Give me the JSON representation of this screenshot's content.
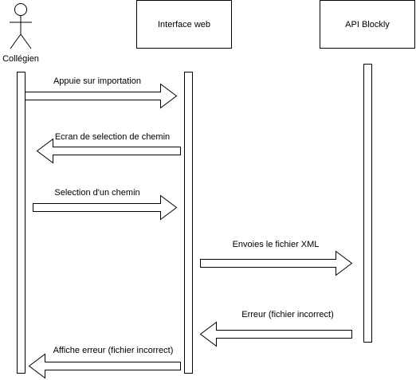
{
  "participants": {
    "actor": {
      "label": "Collégien",
      "icon": "stick-figure-icon"
    },
    "web": {
      "label": "Interface web"
    },
    "api": {
      "label": "API Blockly"
    }
  },
  "messages": [
    {
      "label": "Appuie sur importation",
      "from": "actor",
      "to": "web"
    },
    {
      "label": "Ecran de selection de chemin",
      "from": "web",
      "to": "actor"
    },
    {
      "label": "Selection d'un chemin",
      "from": "actor",
      "to": "web"
    },
    {
      "label": "Envoies le fichier XML",
      "from": "web",
      "to": "api"
    },
    {
      "label": "Erreur (fichier incorrect)",
      "from": "api",
      "to": "web"
    },
    {
      "label": "Affiche erreur (fichier incorrect)",
      "from": "web",
      "to": "actor"
    }
  ]
}
